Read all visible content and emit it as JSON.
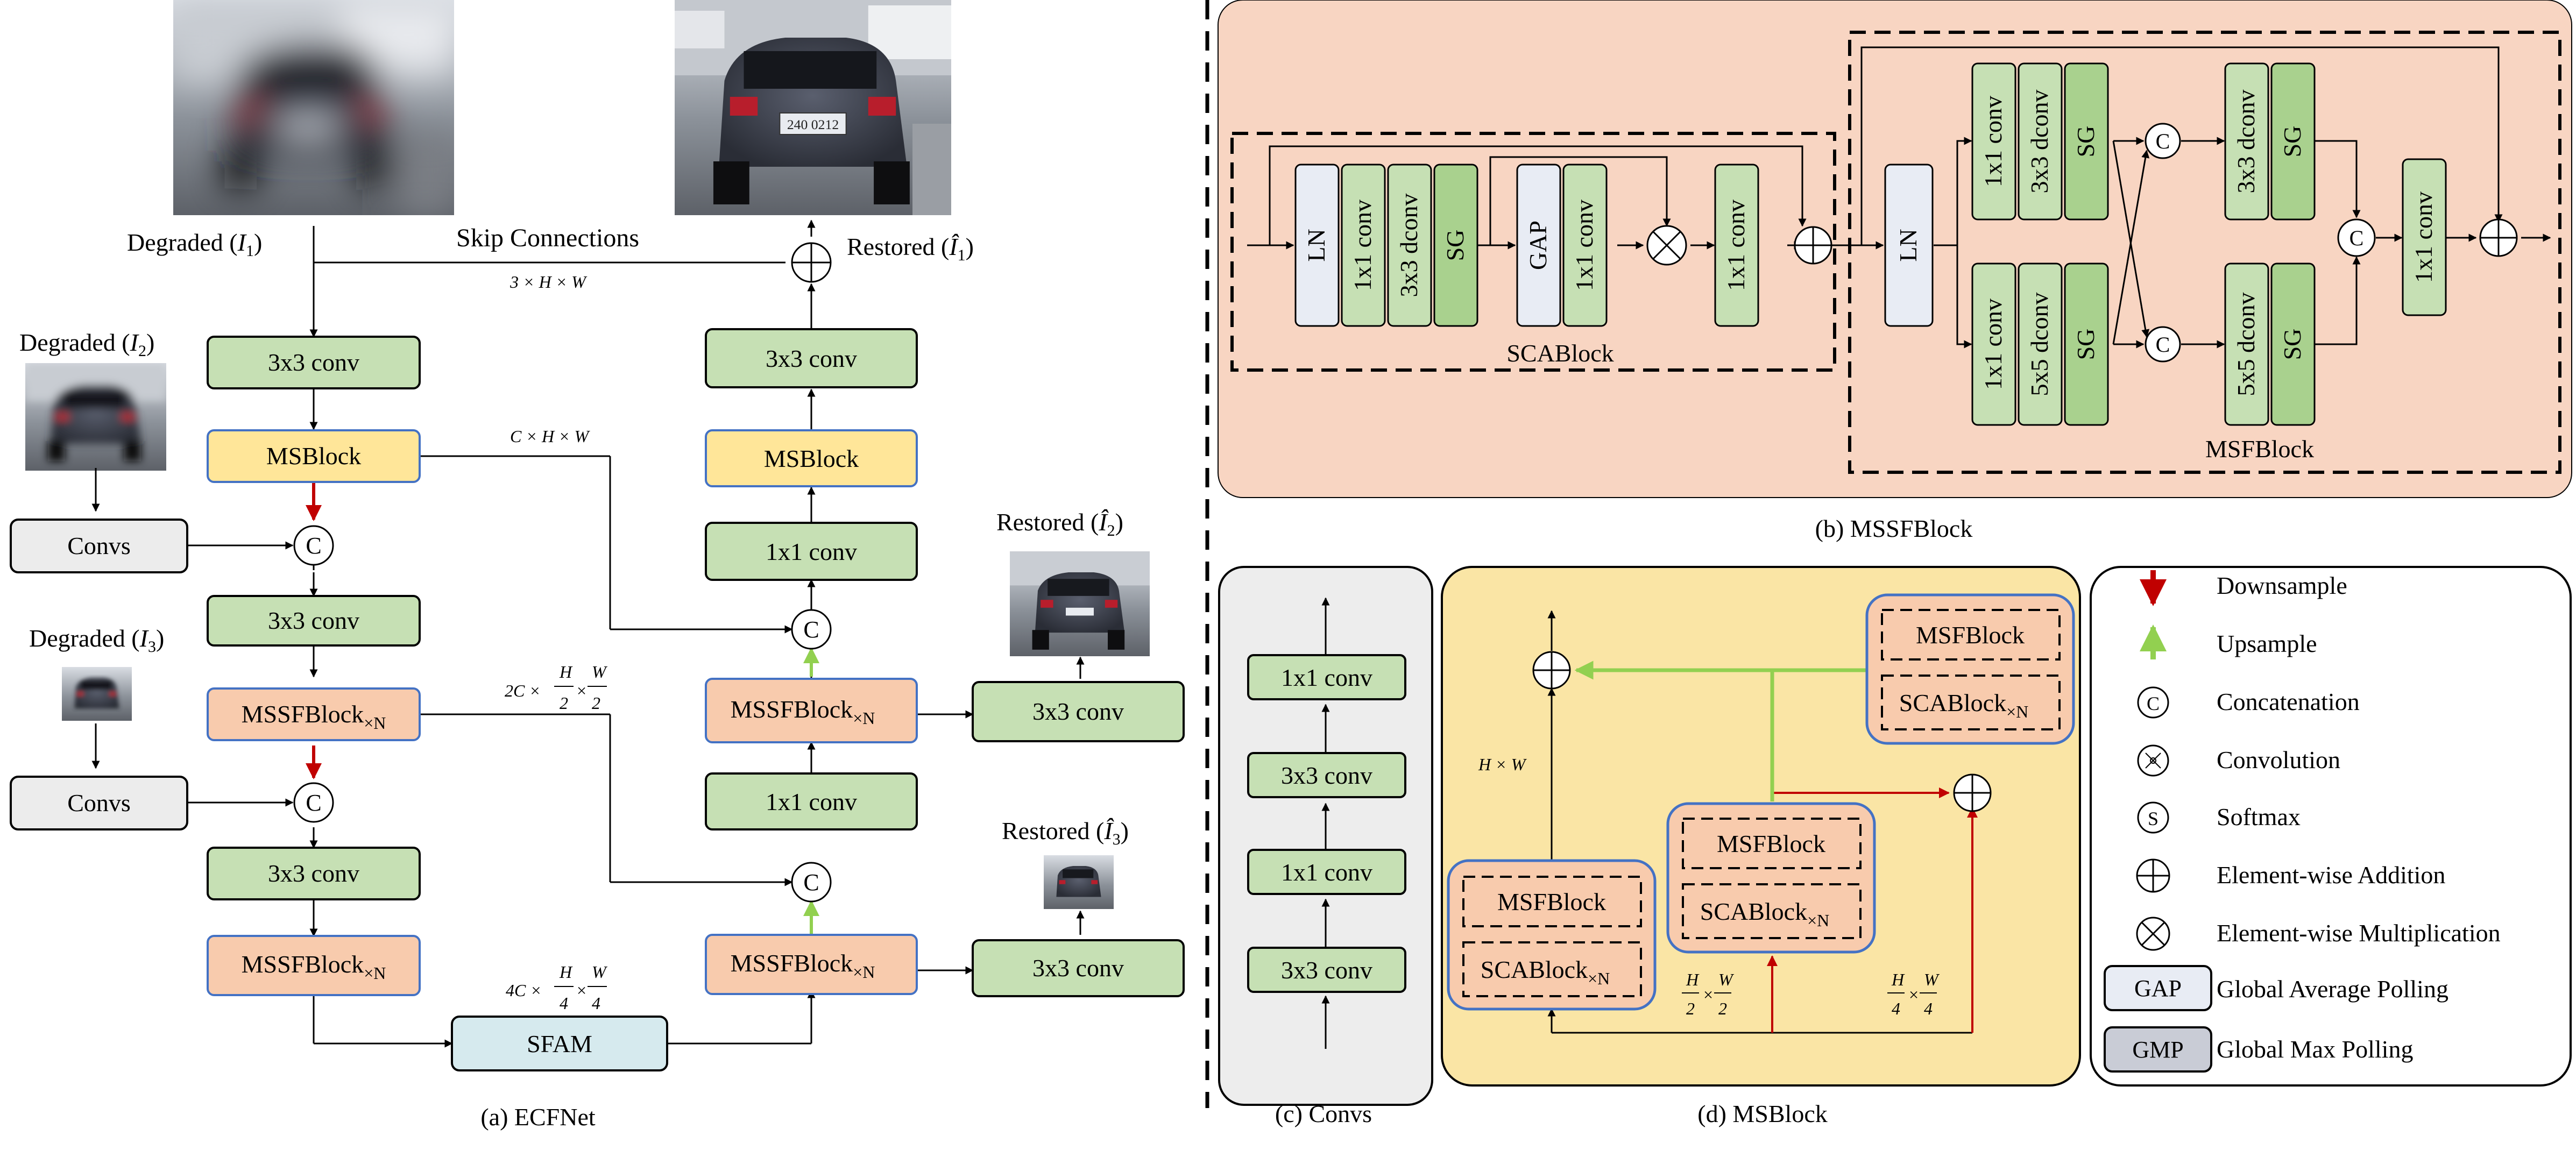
{
  "colors": {
    "green": "#c6e0b4",
    "dark_green": "#a9d18e",
    "yellow": "#ffe699",
    "pink": "#f8cbad",
    "pink_panel": "#f8d5c2",
    "gray": "#ececec",
    "light_gray_block": "#e7e6e6",
    "ln_fill": "#e8ecf4",
    "teal": "#d6eaee",
    "ms_panel": "#fae5a5",
    "convs_panel": "#ededed",
    "blue_border": "#4472c4",
    "red": "#c00000",
    "light_green_arrow": "#92d050",
    "gmp_fill": "#c9ccd6"
  },
  "images": {
    "deg1_caption_pre": "Degraded (",
    "deg1_var": "I",
    "deg1_sub": "1",
    "deg1_post": ")",
    "deg2_caption_pre": "Degraded (",
    "deg2_var": "I",
    "deg2_sub": "2",
    "deg2_post": ")",
    "deg3_caption_pre": "Degraded (",
    "deg3_var": "I",
    "deg3_sub": "3",
    "deg3_post": ")",
    "res1_caption_pre": "Restored (",
    "res1_var": "Î",
    "res1_sub": "1",
    "res1_post": ")",
    "res2_caption_pre": "Restored (",
    "res2_var": "Î",
    "res2_sub": "2",
    "res2_post": ")",
    "res3_caption_pre": "Restored (",
    "res3_var": "Î",
    "res3_sub": "3",
    "res3_post": ")",
    "plate_left": "",
    "plate_right": "240 0212"
  },
  "ecfnet": {
    "skip_label": "Skip Connections",
    "dim_3hw": "3 × H × W",
    "dim_chw": "C × H × W",
    "dim_2c": "2C ×",
    "dim_4c": "4C ×",
    "frac_h": "H",
    "frac_w": "W",
    "den_2": "2",
    "den_4": "4",
    "times": "×",
    "conv3x3": "3x3 conv",
    "conv1x1": "1x1 conv",
    "msblock": "MSBlock",
    "mssf": "MSSFBlock",
    "sub_n": "×N",
    "convs": "Convs",
    "sfam": "SFAM",
    "concat": "C",
    "caption": "(a) ECFNet"
  },
  "mssf": {
    "ln": "LN",
    "conv1x1": "1x1 conv",
    "dconv3x3": "3x3 dconv",
    "dconv5x5": "5x5 dconv",
    "sg": "SG",
    "gap": "GAP",
    "scablock_label": "SCABlock",
    "msfblock_label": "MSFBlock",
    "concat": "C",
    "caption": "(b)  MSSFBlock"
  },
  "convs_panel": {
    "items": [
      "1x1 conv",
      "3x3 conv",
      "1x1 conv",
      "3x3 conv"
    ],
    "caption": "(c)  Convs"
  },
  "msblock_panel": {
    "msf": "MSFBlock",
    "sca": "SCABlock",
    "sub_n": "×N",
    "hw": "H × W",
    "caption": "(d)  MSBlock"
  },
  "legend": {
    "items": [
      "Downsample",
      "Upsample",
      "Concatenation",
      "Convolution",
      "Softmax",
      "Element-wise Addition",
      "Element-wise Multiplication",
      "Global Average Polling",
      "Global Max Polling"
    ],
    "sym_c": "C",
    "sym_s": "S",
    "gap": "GAP",
    "gmp": "GMP"
  }
}
